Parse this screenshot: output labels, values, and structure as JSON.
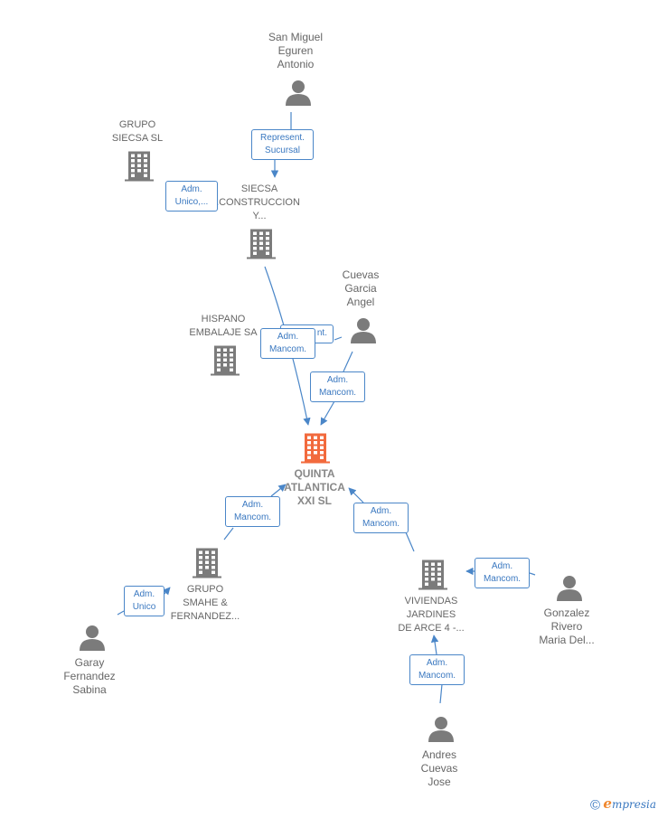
{
  "colors": {
    "edge": "#4a86c8",
    "company": "#7b7b7b",
    "main_company": "#f26a3d",
    "person": "#7b7b7b"
  },
  "nodes": {
    "san_miguel": {
      "label": "San Miguel Eguren Antonio",
      "lines": [
        "San Miguel",
        "Eguren",
        "Antonio"
      ],
      "kind": "person"
    },
    "grupo_siecsa": {
      "label": "GRUPO SIECSA SL",
      "lines": [
        "GRUPO",
        "SIECSA SL"
      ],
      "kind": "company"
    },
    "siecsa_construccion": {
      "label": "SIECSA CONSTRUCCION Y...",
      "lines": [
        "SIECSA",
        "CONSTRUCCION",
        "Y..."
      ],
      "kind": "company"
    },
    "cuevas_garcia": {
      "label": "Cuevas Garcia Angel",
      "lines": [
        "Cuevas",
        "Garcia",
        "Angel"
      ],
      "kind": "person"
    },
    "hispano_embalaje": {
      "label": "HISPANO EMBALAJE SA",
      "lines": [
        "HISPANO",
        "EMBALAJE SA"
      ],
      "kind": "company"
    },
    "quinta_atlantica": {
      "label": "QUINTA ATLANTICA XXI SL",
      "lines": [
        "QUINTA",
        "ATLANTICA",
        "XXI  SL"
      ],
      "kind": "main"
    },
    "grupo_smahe": {
      "label": "GRUPO SMAHE & FERNANDEZ...",
      "lines": [
        "GRUPO",
        "SMAHE &",
        "FERNANDEZ..."
      ],
      "kind": "company"
    },
    "viviendas_jardines": {
      "label": "VIVIENDAS JARDINES DE ARCE 4 -...",
      "lines": [
        "VIVIENDAS",
        "JARDINES",
        "DE ARCE 4 -..."
      ],
      "kind": "company"
    },
    "gonzalez_rivero": {
      "label": "Gonzalez Rivero Maria Del...",
      "lines": [
        "Gonzalez",
        "Rivero",
        "Maria Del..."
      ],
      "kind": "person"
    },
    "garay_fernandez": {
      "label": "Garay Fernandez Sabina",
      "lines": [
        "Garay",
        "Fernandez",
        "Sabina"
      ],
      "kind": "person"
    },
    "andres_cuevas": {
      "label": "Andres Cuevas Jose",
      "lines": [
        "Andres",
        "Cuevas",
        "Jose"
      ],
      "kind": "person"
    }
  },
  "edges": [
    {
      "from": "san_miguel",
      "to": "siecsa_construccion",
      "lines": [
        "Represent.",
        "Sucursal"
      ]
    },
    {
      "from": "grupo_siecsa",
      "to": "siecsa_construccion",
      "lines": [
        "Adm.",
        "Unico,..."
      ]
    },
    {
      "from": "siecsa_construccion",
      "to": "quinta_atlantica",
      "lines": [
        "Adm.",
        "Mancom."
      ]
    },
    {
      "from": "cuevas_garcia",
      "to": "hispano_embalaje",
      "lines": [
        "Adm.",
        "Mancom."
      ],
      "partial_label": "nt."
    },
    {
      "from": "cuevas_garcia",
      "to": "quinta_atlantica",
      "lines": [
        "Adm.",
        "Mancom."
      ]
    },
    {
      "from": "grupo_smahe",
      "to": "quinta_atlantica",
      "lines": [
        "Adm.",
        "Mancom."
      ]
    },
    {
      "from": "viviendas_jardines",
      "to": "quinta_atlantica",
      "lines": [
        "Adm.",
        "Mancom."
      ]
    },
    {
      "from": "garay_fernandez",
      "to": "grupo_smahe",
      "lines": [
        "Adm.",
        "Unico"
      ]
    },
    {
      "from": "gonzalez_rivero",
      "to": "viviendas_jardines",
      "lines": [
        "Adm.",
        "Mancom."
      ]
    },
    {
      "from": "andres_cuevas",
      "to": "viviendas_jardines",
      "lines": [
        "Adm.",
        "Mancom."
      ]
    }
  ],
  "footer": {
    "copyright": "©",
    "brand_initial": "e",
    "brand_rest": "mpresia"
  }
}
